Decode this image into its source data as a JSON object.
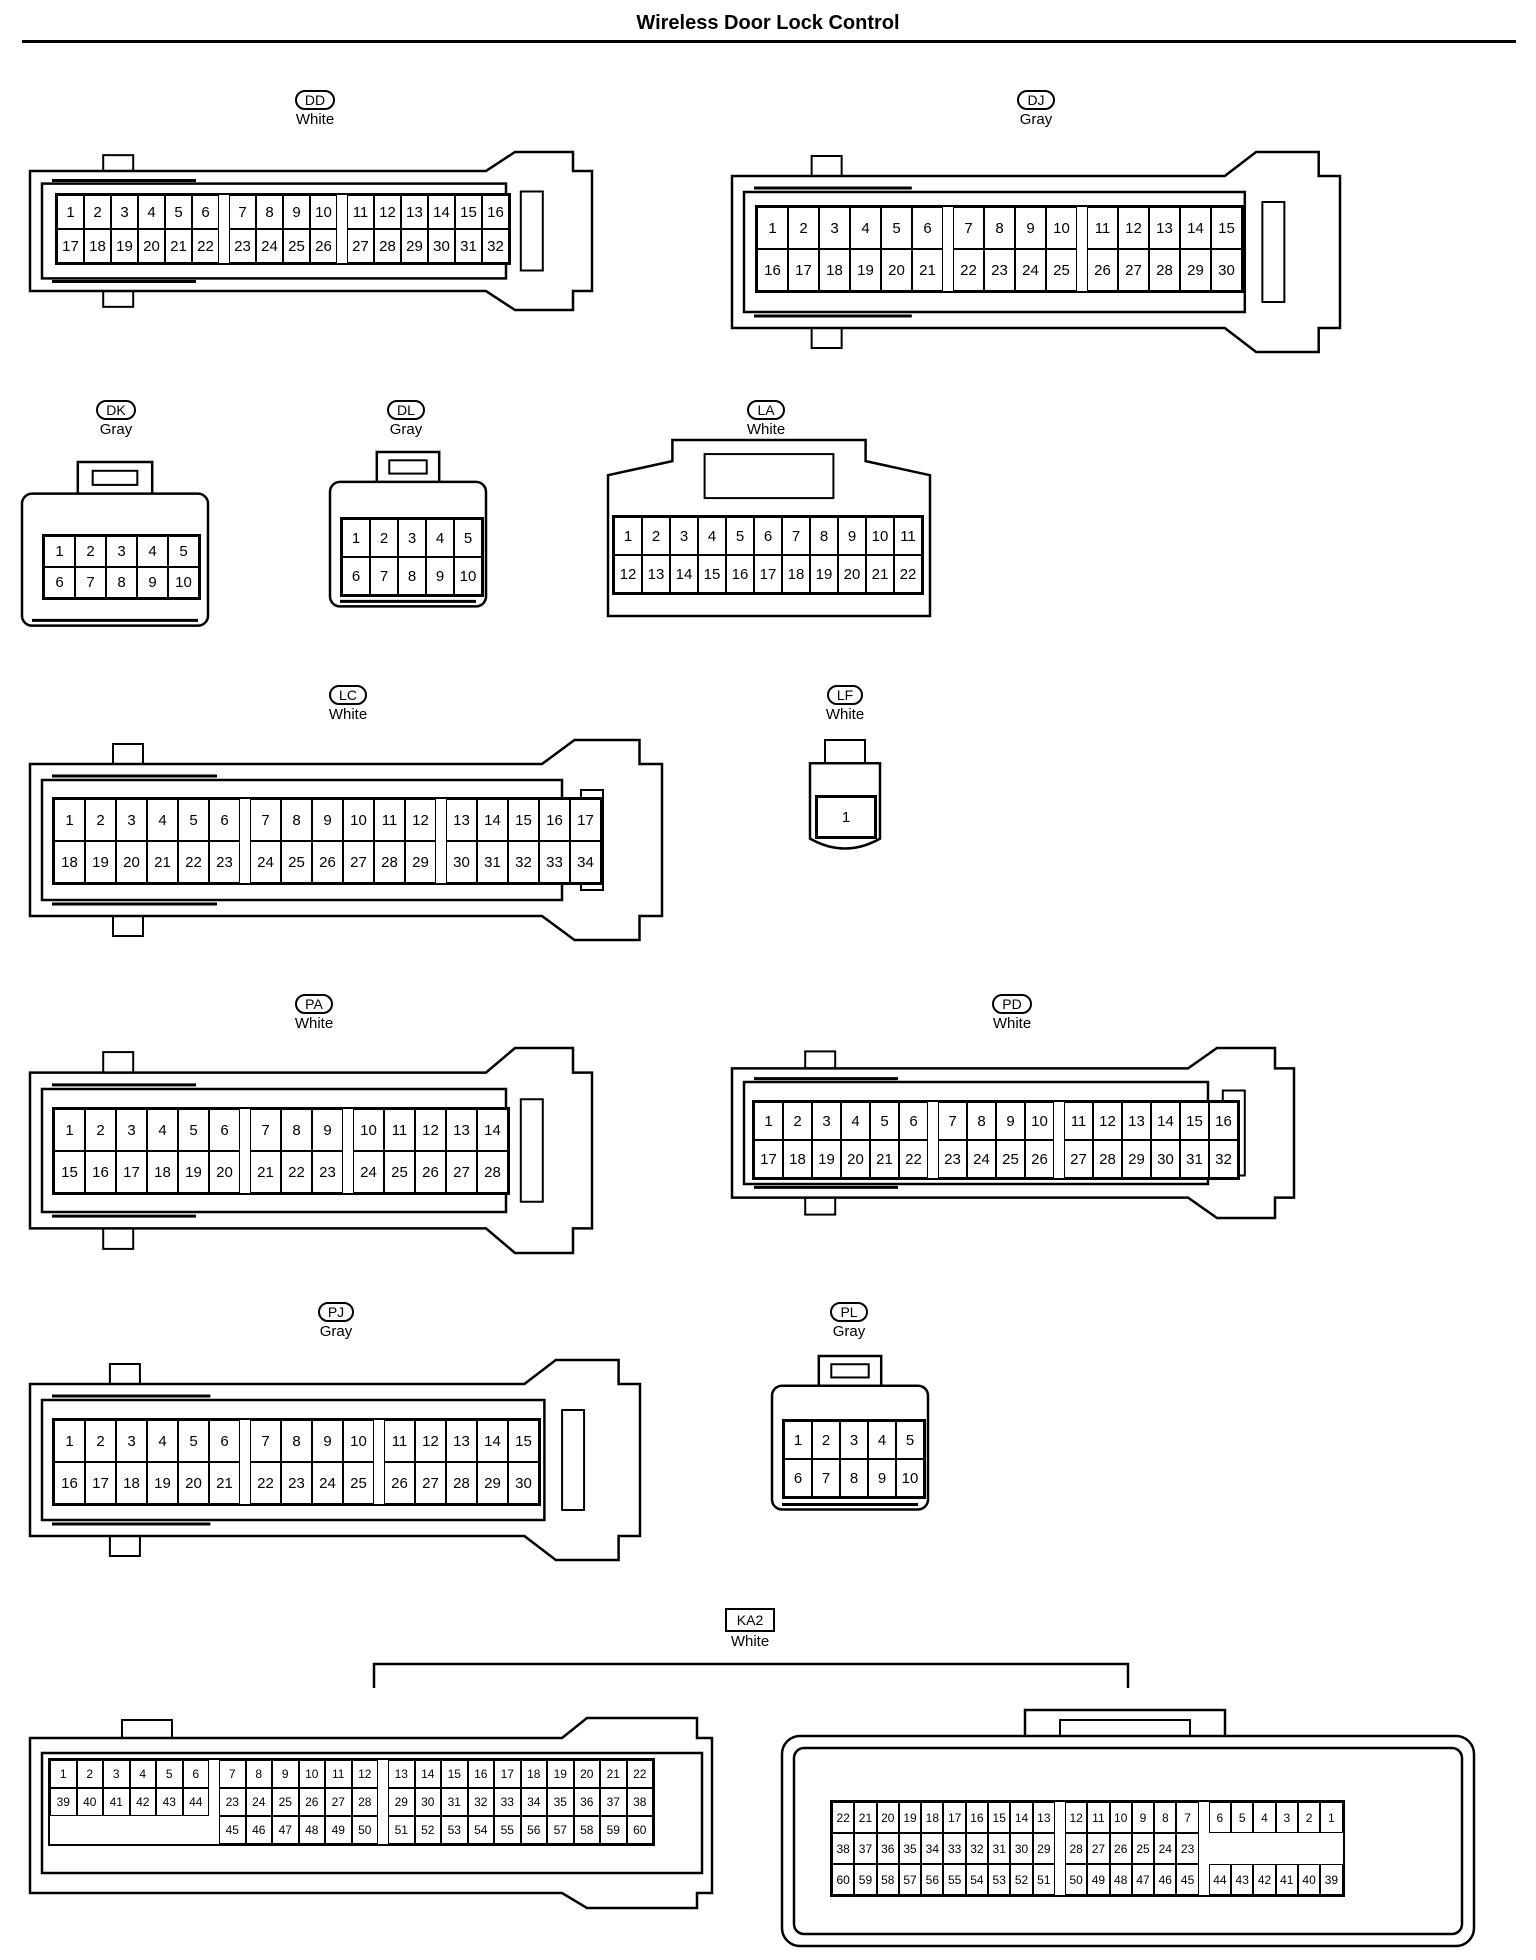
{
  "title": "Wireless Door Lock Control",
  "connectors": [
    {
      "code": "DD",
      "color": "White",
      "rows": [
        [
          1,
          2,
          3,
          4,
          5,
          6,
          "",
          7,
          8,
          9,
          10,
          "",
          11,
          12,
          13,
          14,
          15,
          16
        ],
        [
          17,
          18,
          19,
          20,
          21,
          22,
          "",
          23,
          24,
          25,
          26,
          "",
          27,
          28,
          29,
          30,
          31,
          32
        ]
      ]
    },
    {
      "code": "DJ",
      "color": "Gray",
      "rows": [
        [
          1,
          2,
          3,
          4,
          5,
          6,
          "",
          7,
          8,
          9,
          10,
          "",
          11,
          12,
          13,
          14,
          15
        ],
        [
          16,
          17,
          18,
          19,
          20,
          21,
          "",
          22,
          23,
          24,
          25,
          "",
          26,
          27,
          28,
          29,
          30
        ]
      ]
    },
    {
      "code": "DK",
      "color": "Gray",
      "rows": [
        [
          1,
          2,
          3,
          4,
          5
        ],
        [
          6,
          7,
          8,
          9,
          10
        ]
      ]
    },
    {
      "code": "DL",
      "color": "Gray",
      "rows": [
        [
          1,
          2,
          3,
          4,
          5
        ],
        [
          6,
          7,
          8,
          9,
          10
        ]
      ]
    },
    {
      "code": "LA",
      "color": "White",
      "rows": [
        [
          1,
          2,
          3,
          4,
          5,
          6,
          7,
          8,
          9,
          10,
          11
        ],
        [
          12,
          13,
          14,
          15,
          16,
          17,
          18,
          19,
          20,
          21,
          22
        ]
      ]
    },
    {
      "code": "LC",
      "color": "White",
      "rows": [
        [
          1,
          2,
          3,
          4,
          5,
          6,
          "",
          7,
          8,
          9,
          10,
          11,
          12,
          "",
          13,
          14,
          15,
          16,
          17
        ],
        [
          18,
          19,
          20,
          21,
          22,
          23,
          "",
          24,
          25,
          26,
          27,
          28,
          29,
          "",
          30,
          31,
          32,
          33,
          34
        ]
      ]
    },
    {
      "code": "LF",
      "color": "White",
      "rows": [
        [
          1
        ]
      ]
    },
    {
      "code": "PA",
      "color": "White",
      "rows": [
        [
          1,
          2,
          3,
          4,
          5,
          6,
          "",
          7,
          8,
          9,
          "",
          10,
          11,
          12,
          13,
          14
        ],
        [
          15,
          16,
          17,
          18,
          19,
          20,
          "",
          21,
          22,
          23,
          "",
          24,
          25,
          26,
          27,
          28
        ]
      ]
    },
    {
      "code": "PD",
      "color": "White",
      "rows": [
        [
          1,
          2,
          3,
          4,
          5,
          6,
          "",
          7,
          8,
          9,
          10,
          "",
          11,
          12,
          13,
          14,
          15,
          16
        ],
        [
          17,
          18,
          19,
          20,
          21,
          22,
          "",
          23,
          24,
          25,
          26,
          "",
          27,
          28,
          29,
          30,
          31,
          32
        ]
      ]
    },
    {
      "code": "PJ",
      "color": "Gray",
      "rows": [
        [
          1,
          2,
          3,
          4,
          5,
          6,
          "",
          7,
          8,
          9,
          10,
          "",
          11,
          12,
          13,
          14,
          15
        ],
        [
          16,
          17,
          18,
          19,
          20,
          21,
          "",
          22,
          23,
          24,
          25,
          "",
          26,
          27,
          28,
          29,
          30
        ]
      ]
    },
    {
      "code": "PL",
      "color": "Gray",
      "rows": [
        [
          1,
          2,
          3,
          4,
          5
        ],
        [
          6,
          7,
          8,
          9,
          10
        ]
      ]
    }
  ],
  "ka2": {
    "code": "KA2",
    "color": "White",
    "left": [
      [
        1,
        2,
        3,
        4,
        5,
        6,
        "",
        7,
        8,
        9,
        10,
        11,
        12,
        "",
        13,
        14,
        15,
        16,
        17,
        18,
        19,
        20,
        21,
        22
      ],
      [
        39,
        40,
        41,
        42,
        43,
        44,
        "",
        23,
        24,
        25,
        26,
        27,
        28,
        "",
        29,
        30,
        31,
        32,
        33,
        34,
        35,
        36,
        37,
        38
      ],
      [
        "",
        "",
        "",
        "",
        "",
        "",
        "",
        45,
        46,
        47,
        48,
        49,
        50,
        "",
        51,
        52,
        53,
        54,
        55,
        56,
        57,
        58,
        59,
        60
      ]
    ],
    "right": [
      [
        22,
        21,
        20,
        19,
        18,
        17,
        16,
        15,
        14,
        13,
        "",
        12,
        11,
        10,
        9,
        8,
        7,
        "",
        6,
        5,
        4,
        3,
        2,
        1
      ],
      [
        38,
        37,
        36,
        35,
        34,
        33,
        32,
        31,
        30,
        29,
        "",
        28,
        27,
        26,
        25,
        24,
        23,
        "",
        "",
        "",
        "",
        "",
        "",
        ""
      ],
      [
        60,
        59,
        58,
        57,
        56,
        55,
        54,
        53,
        52,
        51,
        "",
        50,
        49,
        48,
        47,
        46,
        45,
        "",
        44,
        43,
        42,
        41,
        40,
        39
      ]
    ]
  }
}
